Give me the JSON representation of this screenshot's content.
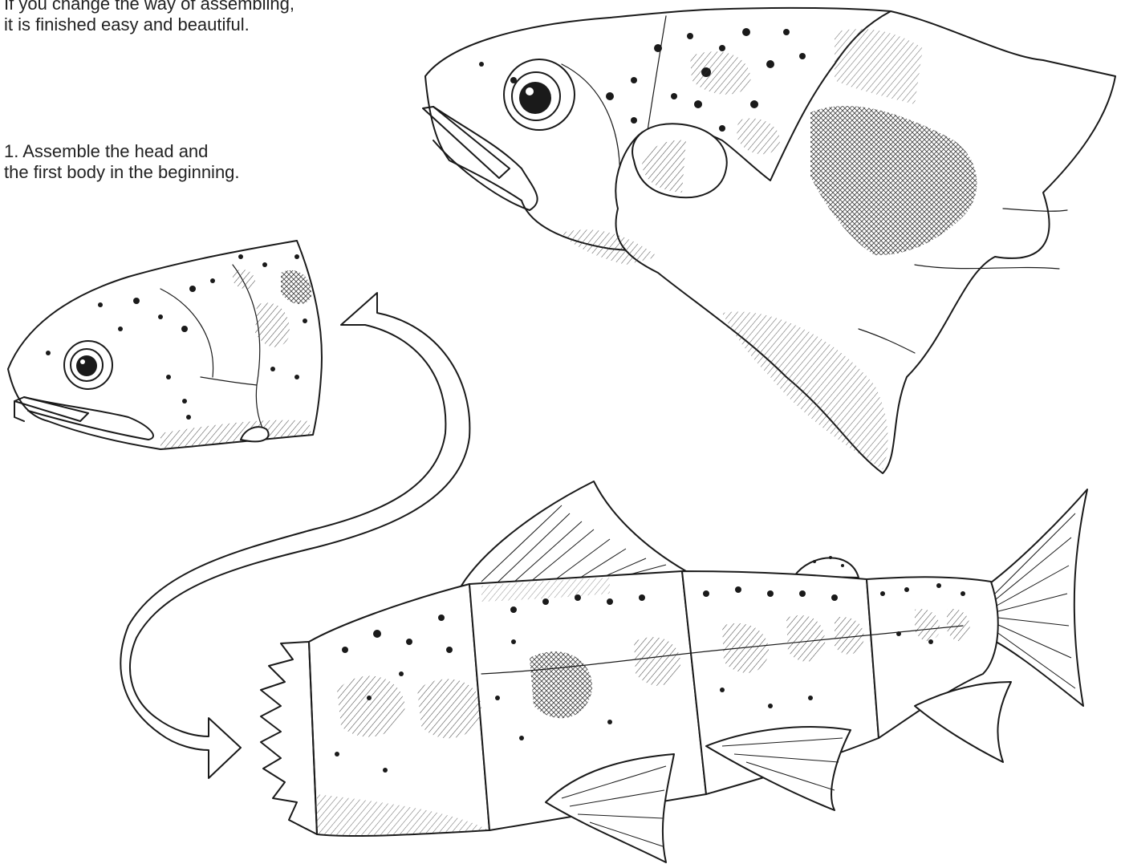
{
  "intro": {
    "line1": "If you change the way of assembling,",
    "line2": "it is finished easy and beautiful."
  },
  "step1": {
    "line1": "1. Assemble the head and",
    "line2": "the first body in the beginning."
  },
  "colors": {
    "ink": "#1a1a1a",
    "paper": "#ffffff",
    "hatch": "#333333"
  }
}
